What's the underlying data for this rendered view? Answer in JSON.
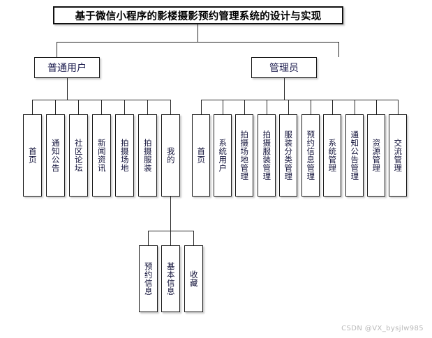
{
  "diagram": {
    "type": "hierarchy-tree",
    "title": "基于微信小程序的影楼摄影预约管理系统的设计与实现",
    "watermark": "CSDN @VX_bysjlw985",
    "level2": [
      {
        "label": "普通用户"
      },
      {
        "label": "管理员"
      }
    ],
    "user_children": [
      {
        "label": "首页"
      },
      {
        "label": "通知公告"
      },
      {
        "label": "社区论坛"
      },
      {
        "label": "新闻资讯"
      },
      {
        "label": "拍摄场地"
      },
      {
        "label": "拍摄服装"
      },
      {
        "label": "我的"
      }
    ],
    "admin_children": [
      {
        "label": "首页"
      },
      {
        "label": "系统用户"
      },
      {
        "label": "拍摄场地管理"
      },
      {
        "label": "拍摄服装管理"
      },
      {
        "label": "服装分类管理"
      },
      {
        "label": "预约信息管理"
      },
      {
        "label": "系统管理"
      },
      {
        "label": "通知公告管理"
      },
      {
        "label": "资源管理"
      },
      {
        "label": "交流管理"
      }
    ],
    "mine_children": [
      {
        "label": "预约信息"
      },
      {
        "label": "基本信息"
      },
      {
        "label": "收藏"
      }
    ]
  }
}
